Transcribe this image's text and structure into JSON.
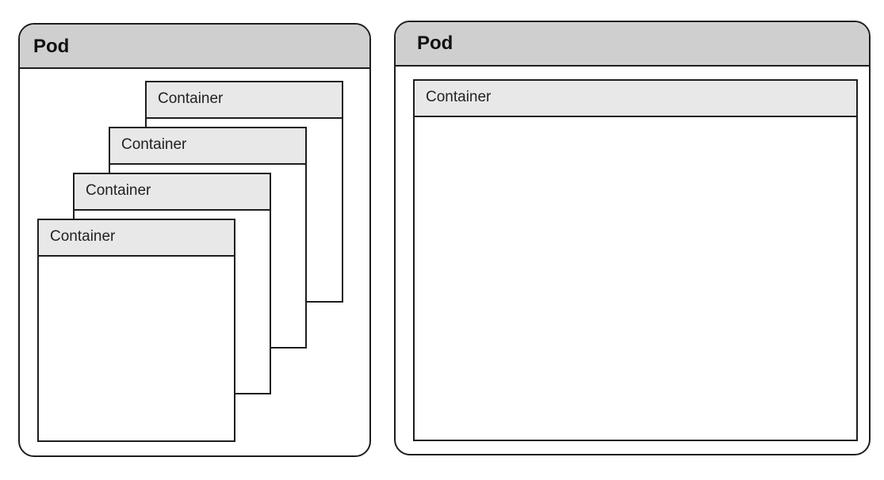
{
  "pods": [
    {
      "title": "Pod",
      "containers": [
        {
          "label": "Container"
        },
        {
          "label": "Container"
        },
        {
          "label": "Container"
        },
        {
          "label": "Container"
        }
      ]
    },
    {
      "title": "Pod",
      "containers": [
        {
          "label": "Container"
        }
      ]
    }
  ],
  "colors": {
    "pod_header_fill": "#cfcfcf",
    "container_header_fill": "#e8e8e8",
    "stroke": "#1e1e1e"
  }
}
